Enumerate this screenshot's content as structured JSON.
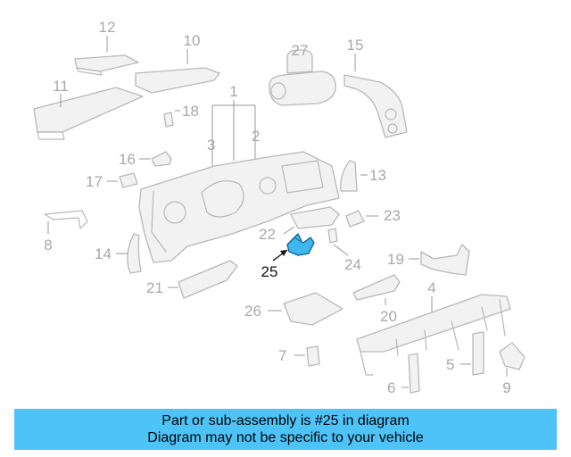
{
  "diagram": {
    "callouts": {
      "c1": "1",
      "c2": "2",
      "c3": "3",
      "c4": "4",
      "c5": "5",
      "c6": "6",
      "c7": "7",
      "c8": "8",
      "c9": "9",
      "c10": "10",
      "c11": "11",
      "c12": "12",
      "c13": "13",
      "c14": "14",
      "c15": "15",
      "c16": "16",
      "c17": "17",
      "c18": "18",
      "c19": "19",
      "c20": "20",
      "c21": "21",
      "c22": "22",
      "c23": "23",
      "c24": "24",
      "c25": "25",
      "c26": "26",
      "c27": "27"
    },
    "highlighted_callout": "25",
    "colors": {
      "highlight": "#3fb6ee",
      "parts": "#b8b8b8",
      "banner": "#4ec3f7"
    }
  },
  "banner": {
    "line1": "Part or sub-assembly is #25 in diagram",
    "line2": "Diagram may not be specific to your vehicle"
  }
}
